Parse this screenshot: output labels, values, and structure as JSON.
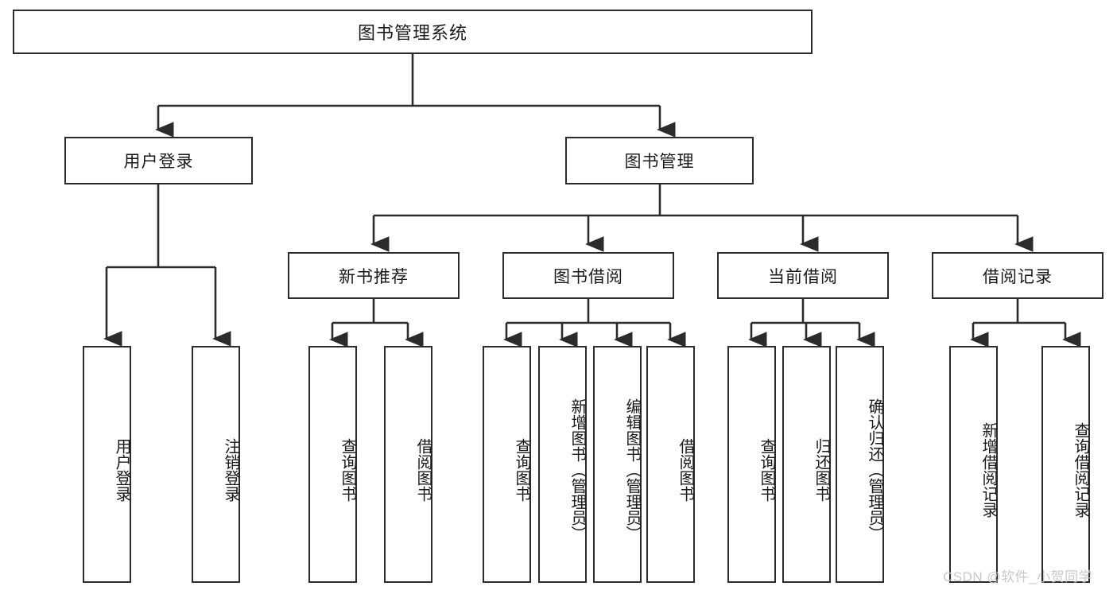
{
  "diagram": {
    "type": "tree-hierarchy-chart",
    "title_text": "图书管理系统",
    "background_color": "#ffffff",
    "line_color": "#2b2b2b",
    "text_color": "#1a1a1a",
    "root": {
      "id": "root",
      "label": "图书管理系统",
      "orientation": "horizontal"
    },
    "level1": [
      {
        "id": "user-login",
        "label": "用户登录",
        "orientation": "horizontal"
      },
      {
        "id": "book-manage",
        "label": "图书管理",
        "orientation": "horizontal"
      }
    ],
    "level2": [
      {
        "id": "new-book-recommend",
        "label": "新书推荐",
        "orientation": "horizontal",
        "parent": "book-manage"
      },
      {
        "id": "book-borrow",
        "label": "图书借阅",
        "orientation": "horizontal",
        "parent": "book-manage"
      },
      {
        "id": "current-borrow",
        "label": "当前借阅",
        "orientation": "horizontal",
        "parent": "book-manage"
      },
      {
        "id": "borrow-record",
        "label": "借阅记录",
        "orientation": "horizontal",
        "parent": "book-manage"
      }
    ],
    "leaves": [
      {
        "id": "leaf-user-login",
        "label": "用户登录",
        "parent": "user-login"
      },
      {
        "id": "leaf-logout-login",
        "label": "注销登录",
        "parent": "user-login"
      },
      {
        "id": "leaf-query-book-1",
        "label": "查询图书",
        "parent": "new-book-recommend"
      },
      {
        "id": "leaf-borrow-book-1",
        "label": "借阅图书",
        "parent": "new-book-recommend"
      },
      {
        "id": "leaf-query-book-2",
        "label": "查询图书",
        "parent": "book-borrow"
      },
      {
        "id": "leaf-add-book-admin",
        "label": "新增图书（管理员）",
        "parent": "book-borrow"
      },
      {
        "id": "leaf-edit-book-admin",
        "label": "编辑图书（管理员）",
        "parent": "book-borrow"
      },
      {
        "id": "leaf-borrow-book-2",
        "label": "借阅图书",
        "parent": "book-borrow"
      },
      {
        "id": "leaf-query-book-3",
        "label": "查询图书",
        "parent": "current-borrow"
      },
      {
        "id": "leaf-return-book",
        "label": "归还图书",
        "parent": "current-borrow"
      },
      {
        "id": "leaf-confirm-return-admin",
        "label": "确认归还（管理员）",
        "parent": "current-borrow"
      },
      {
        "id": "leaf-add-borrow-record",
        "label": "新增借阅记录",
        "parent": "borrow-record"
      },
      {
        "id": "leaf-query-borrow-record",
        "label": "查询借阅记录",
        "parent": "borrow-record"
      }
    ]
  },
  "watermark": {
    "text": "CSDN @软件_小贺同学"
  }
}
